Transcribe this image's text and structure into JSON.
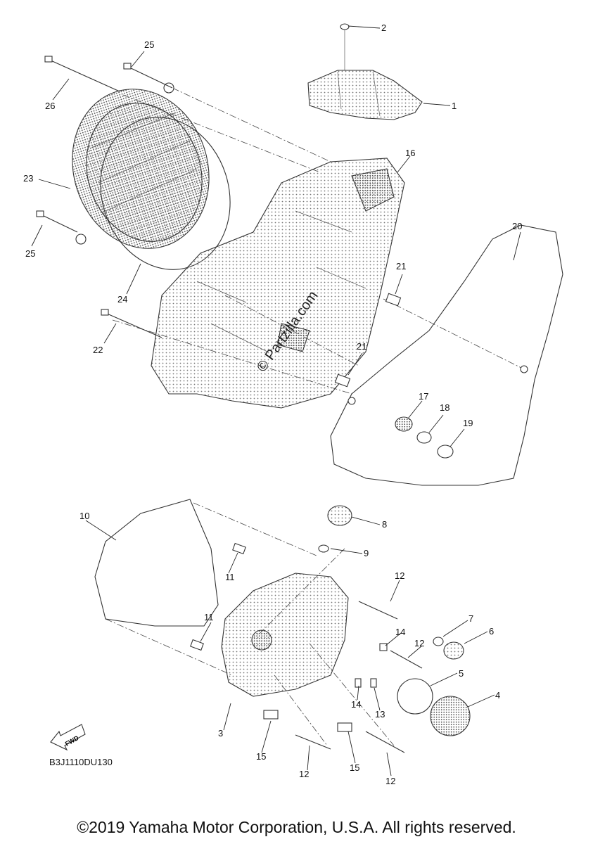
{
  "watermark": "© Partzilla.com",
  "fwd_label": "FWD",
  "diagram_code": "B3J1110DU130",
  "copyright": "©2019 Yamaha Motor Corporation, U.S.A. All rights reserved.",
  "callouts": [
    "1",
    "2",
    "3",
    "4",
    "5",
    "6",
    "7",
    "8",
    "9",
    "10",
    "11",
    "11",
    "12",
    "12",
    "12",
    "12",
    "13",
    "14",
    "14",
    "15",
    "15",
    "16",
    "17",
    "18",
    "19",
    "20",
    "21",
    "21",
    "22",
    "23",
    "24",
    "25",
    "25",
    "26"
  ]
}
